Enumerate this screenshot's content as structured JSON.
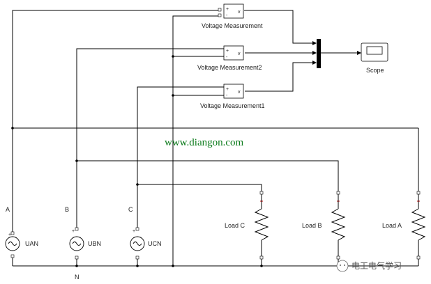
{
  "meters": [
    {
      "label": "Voltage Measurement"
    },
    {
      "label": "Voltage Measurement2"
    },
    {
      "label": "Voltage Measurement1"
    }
  ],
  "meter_plus": "+",
  "meter_minus": "-",
  "meter_out": "v",
  "scope_label": "Scope",
  "sources": [
    {
      "name": "UAN",
      "phase": "A"
    },
    {
      "name": "UBN",
      "phase": "B"
    },
    {
      "name": "UCN",
      "phase": "C"
    }
  ],
  "neutral_label": "N",
  "loads": [
    {
      "label": "Load C"
    },
    {
      "label": "Load B"
    },
    {
      "label": "Load A"
    }
  ],
  "watermark": "www.diangon.com",
  "badge_text": "电工电气学习"
}
